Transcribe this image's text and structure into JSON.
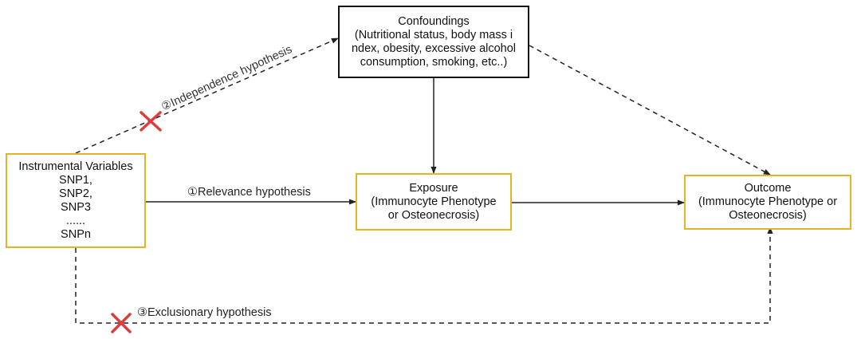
{
  "boxes": {
    "confounders": {
      "lines": [
        "Confoundings",
        "(Nutritional status, body mass i",
        "ndex, obesity, excessive alcohol",
        "consumption, smoking, etc..)"
      ],
      "border_color": "#111111"
    },
    "instrumental": {
      "lines": [
        "Instrumental Variables",
        "SNP1,",
        "SNP2,",
        "SNP3",
        "......",
        "SNPn"
      ],
      "border_color": "#e6b422"
    },
    "exposure": {
      "lines": [
        "Exposure",
        "(Immunocyte Phenotype",
        "or Osteonecrosis)"
      ],
      "border_color": "#e6b422"
    },
    "outcome": {
      "lines": [
        "Outcome",
        "(Immunocyte Phenotype or",
        "Osteonecrosis)"
      ],
      "border_color": "#e6b422"
    }
  },
  "edges": {
    "relevance": {
      "label": "①Relevance hypothesis",
      "style": "solid"
    },
    "independence": {
      "label": "②Independence hypothesis",
      "style": "dashed",
      "crossed": true
    },
    "exclusion": {
      "label": "③Exclusionary hypothesis",
      "style": "dashed",
      "crossed": true
    },
    "confounder_to_exposure": {
      "style": "solid"
    },
    "confounder_to_outcome": {
      "style": "dashed"
    },
    "exposure_to_outcome": {
      "style": "solid"
    }
  },
  "colors": {
    "cross_mark": "#e03b3b",
    "line": "#222222"
  }
}
